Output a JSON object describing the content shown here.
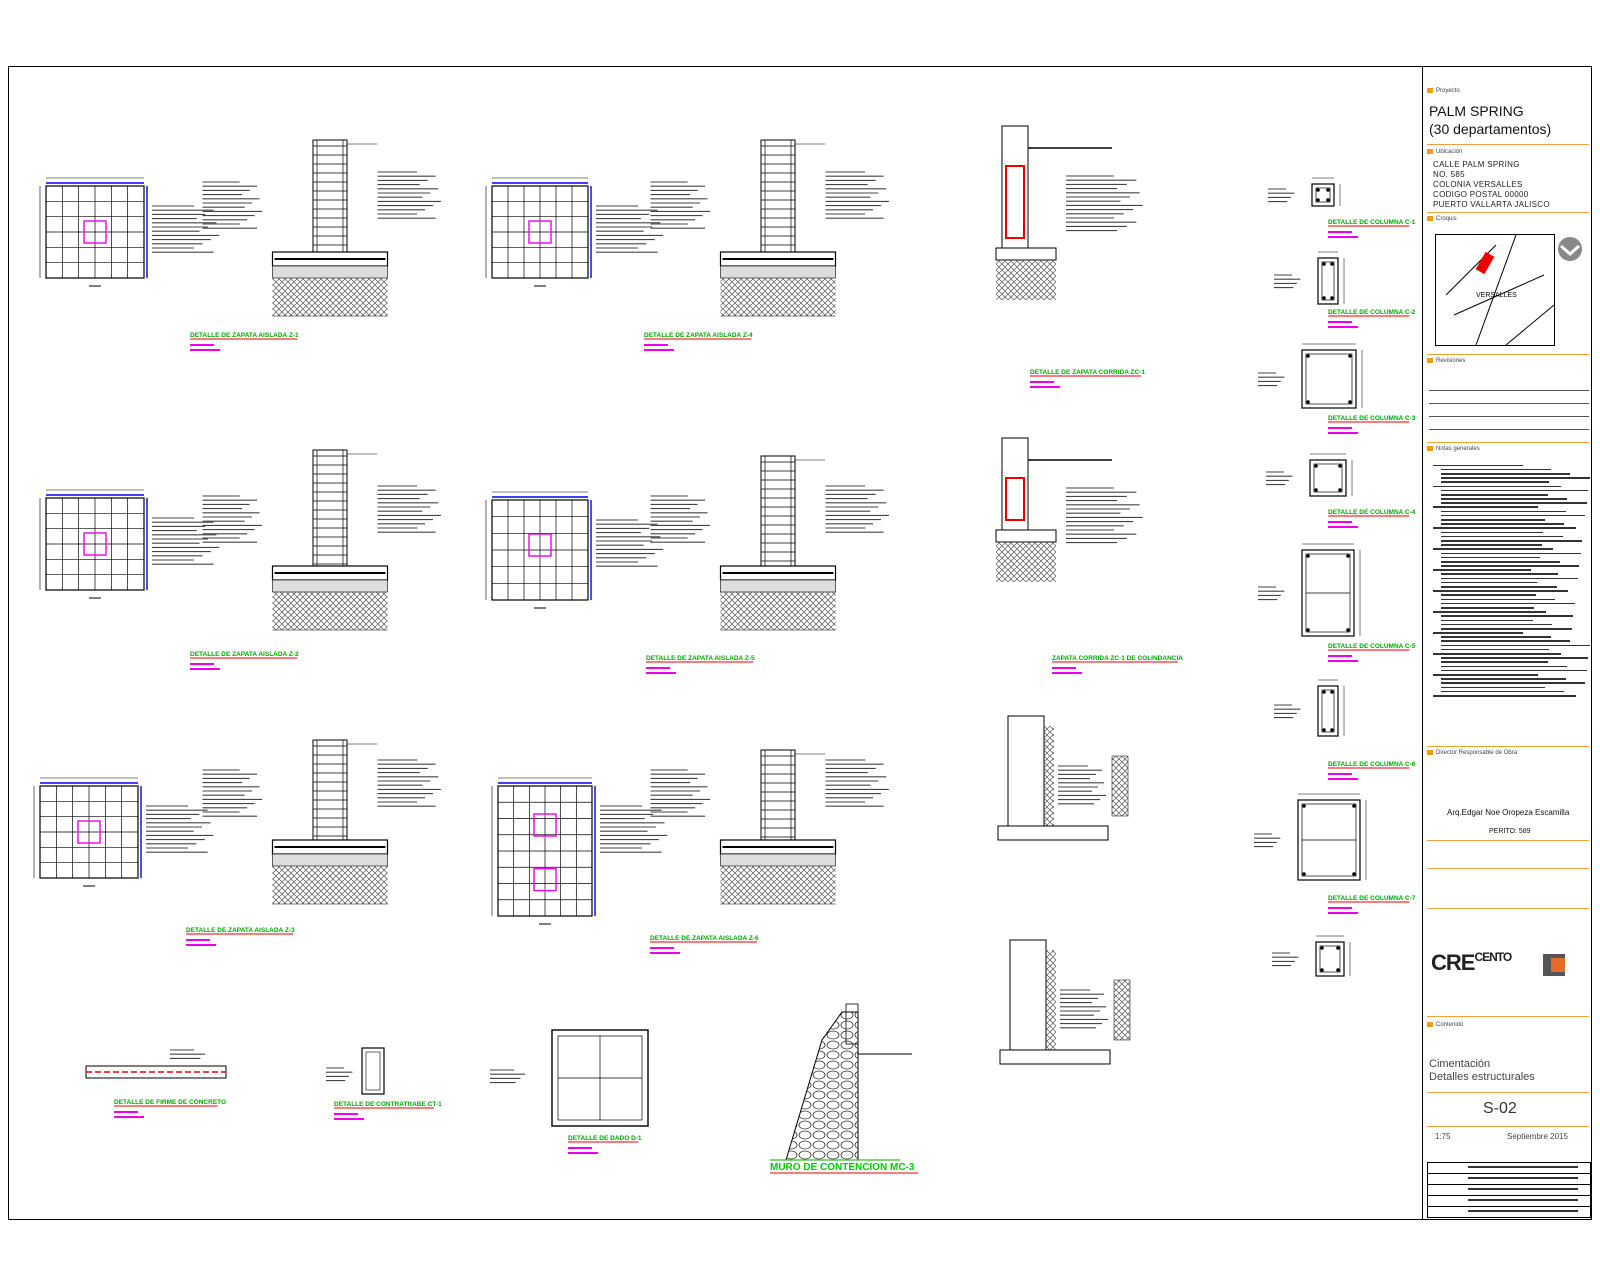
{
  "titleblock": {
    "project_label": "Proyecto",
    "project_name_1": "PALM SPRING",
    "project_name_2": "(30 departamentos)",
    "location_label": "Ubicación",
    "address": [
      "CALLE PALM SPRING",
      "NO. 585",
      "COLONIA VERSALLES",
      "CODIGO POSTAL 00000",
      "PUERTO VALLARTA JALISCO"
    ],
    "croquis_label": "Croquis",
    "map_street": "VERSALLES",
    "revisions_label": "Revisiones",
    "notes_label": "Notas generales",
    "responsible_label": "Director Responsable de Obra",
    "responsible_name": "Arq.Edgar Noe Oropeza Escamilla",
    "perito": "PERITO: 589",
    "logo_cre": "CRE",
    "logo_cento": "CENTO",
    "content_label": "Contenido",
    "content_1": "Cimentación",
    "content_2": "Detalles estructurales",
    "sheet_no": "S-02",
    "scale": "1:75",
    "date": "Septiembre 2015"
  },
  "details": {
    "za1": "DETALLE DE ZAPATA AISLADA Z-1",
    "za2": "DETALLE DE ZAPATA AISLADA Z-2",
    "za3": "DETALLE DE ZAPATA AISLADA Z-3",
    "za4": "DETALLE DE ZAPATA AISLADA Z-4",
    "za5": "DETALLE DE ZAPATA AISLADA Z-5",
    "za6": "DETALLE DE ZAPATA AISLADA Z-6",
    "zc1": "DETALLE DE ZAPATA CORRIDA ZC-1",
    "zc1c": "ZAPATA CORRIDA ZC-1 DE COLINDANCIA",
    "dado": "DETALLE DE DADO D-1",
    "firme": "DETALLE DE FIRME DE CONCRETO",
    "ct": "DETALLE DE CONTRATRABE CT-1",
    "muro": "MURO DE CONTENCION MC-3",
    "c1": "DETALLE DE COLUMNA C-1",
    "c2": "DETALLE DE COLUMNA C-2",
    "c3": "DETALLE DE COLUMNA C-3",
    "c4": "DETALLE DE COLUMNA C-4",
    "c5": "DETALLE DE COLUMNA C-5",
    "c6": "DETALLE DE COLUMNA C-6",
    "c7": "DETALLE DE COLUMNA C-7"
  }
}
